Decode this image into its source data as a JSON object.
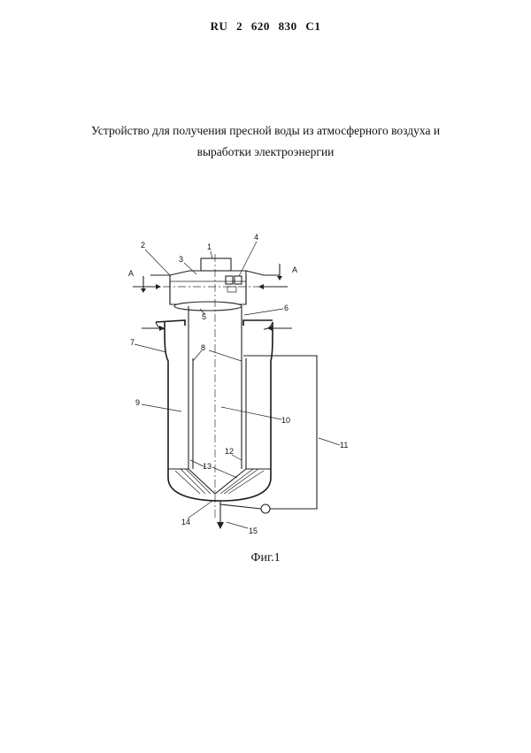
{
  "header": {
    "patent_number": "RU 2 620 830 C1"
  },
  "title": {
    "line1": "Устройство для получения пресной воды из атмосферного воздуха и",
    "line2": "выработки электроэнергии"
  },
  "figure": {
    "caption": "Фиг.1",
    "section_labels": [
      "А",
      "А"
    ],
    "callouts": [
      "1",
      "2",
      "3",
      "4",
      "5",
      "6",
      "7",
      "8",
      "9",
      "10",
      "11",
      "12",
      "13",
      "14",
      "15"
    ]
  }
}
